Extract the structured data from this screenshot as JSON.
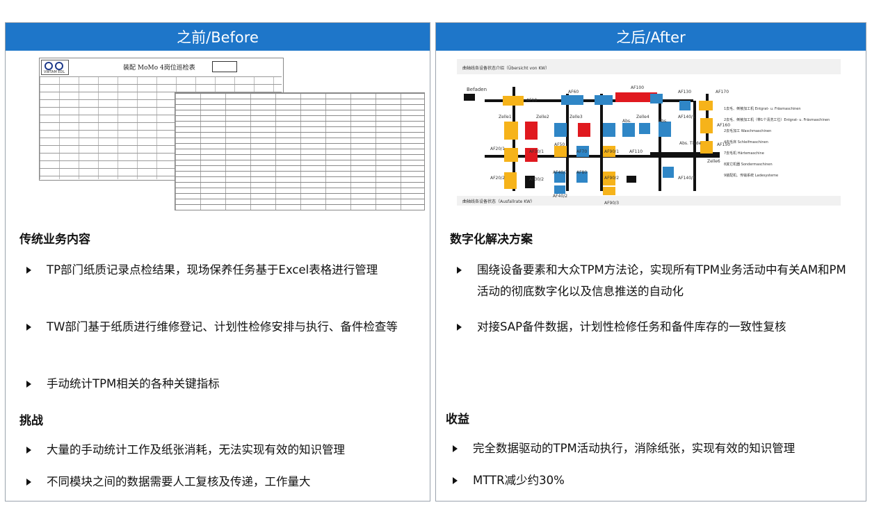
{
  "before": {
    "header": "之前/Before",
    "section1_title": "传统业务内容",
    "section1_items": [
      "TP部门纸质记录点检结果，现场保养任务基于Excel表格进行管理",
      "TW部门基于纸质进行维修登记、计划性检修安排与执行、备件检查等",
      "手动统计TPM相关的各种关键指标"
    ],
    "section2_title": "挑战",
    "section2_items": [
      "大量的手动统计工作及纸张消耗，无法实现有效的知识管理",
      "不同模块之间的数据需要人工复核及传递，工作量大"
    ],
    "doc": {
      "logo_text": "VWTAM EDL",
      "title": "装配 MoMo 4岗位巡检表"
    }
  },
  "after": {
    "header": "之后/After",
    "diagram": {
      "title": "曲轴线各设备状态介绍（Übersicht von KW）",
      "footer": "曲轴线各设备状态（Ausfallrate KW）",
      "labels": {
        "befaden": "Befaden",
        "af10": "AF10",
        "af60": "AF60",
        "af100": "AF100",
        "af130": "AF130",
        "af170": "AF170",
        "zelle1": "Zelle1",
        "zelle2": "Zelle2",
        "zelle3": "Zelle3",
        "zelle4": "Zelle4",
        "zelle6": "Zelle6",
        "abs1": "Abs.",
        "abs2": "Abs.",
        "abs_tiede": "Abs. Tiede",
        "af140_1": "AF140/1",
        "af160": "AF160",
        "af150": "AF150",
        "af140_2": "AF140/2",
        "af20_1": "AF20/1",
        "af30_1": "AF30/1",
        "af50": "AF50",
        "af70": "AF70",
        "af90_1": "AF90/1",
        "af110": "AF110",
        "af20_2": "AF20/2",
        "af30_2": "AF30/2",
        "af40_1": "AF40/1",
        "af80": "AF80",
        "af90_2": "AF90/2",
        "af40_2": "AF40/2",
        "af90_3": "AF90/3"
      },
      "legend": [
        "1去毛、倒棱加工机 Entgrat- u. Fräsmaschinen",
        "2去毛、倒棱加工机（带1个清洗工位）Entgrat- u. Fräsmaschinen",
        "2去毛加工 Waschmaschinen",
        "4去毛床 Schleifmaschinen",
        "7去毛机 Härtemaschine",
        "8其它机器 Sondermaschinen",
        "9装配机、传输系统 Ladesysteme"
      ]
    },
    "section1_title": "数字化解决方案",
    "section1_items": [
      "围绕设备要素和大众TPM方法论，实现所有TPM业务活动中有关AM和PM活动的彻底数字化以及信息推送的自动化",
      "对接SAP备件数据，计划性检修任务和备件库存的一致性复核"
    ],
    "section2_title": "收益",
    "section2_items": [
      "完全数据驱动的TPM活动执行，消除纸张，实现有效的知识管理",
      "MTTR减少约30%"
    ]
  },
  "colors": {
    "header_blue": "#1e76c9",
    "yellow": "#f6b31a",
    "blue": "#2f86c6",
    "red": "#e0191f",
    "black": "#111111"
  }
}
